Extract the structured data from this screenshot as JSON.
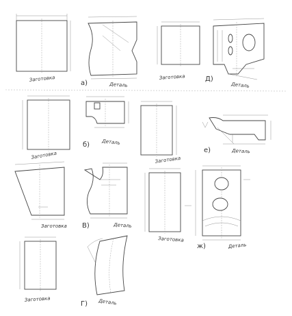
{
  "figures": [
    {
      "id": "a",
      "letter": "а)",
      "blank_label": "Заготовка",
      "part_label": "Деталь"
    },
    {
      "id": "b",
      "letter": "б)",
      "blank_label": "Заготовка",
      "part_label": "Деталь"
    },
    {
      "id": "v",
      "letter": "В)",
      "blank_label": "Заготовка",
      "part_label": "Деталь"
    },
    {
      "id": "g",
      "letter": "Г)",
      "blank_label": "Заготовка",
      "part_label": "Деталь"
    },
    {
      "id": "d",
      "letter": "Д)",
      "blank_label": "Заготовка",
      "part_label": "Деталь"
    },
    {
      "id": "e",
      "letter": "е)",
      "blank_label": "Заготовка",
      "part_label": "Деталь"
    },
    {
      "id": "zh",
      "letter": "ж)",
      "blank_label": "Заготовка",
      "part_label": "Деталь"
    }
  ],
  "dimensions": []
}
